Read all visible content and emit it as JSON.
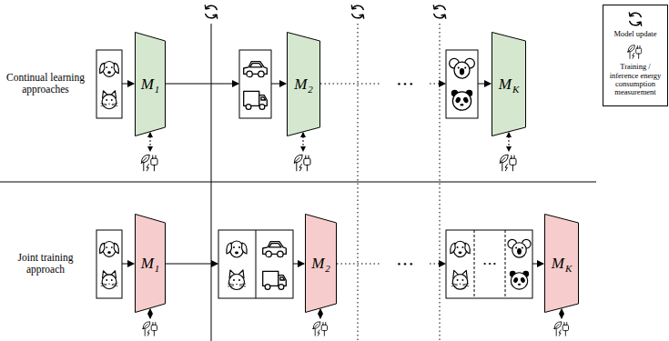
{
  "diagram": {
    "nodes": [
      {
        "text": [
          "M",
          "1"
        ]
      },
      {
        "text": [
          "M",
          "2"
        ]
      },
      {
        "text": [
          "M",
          "K"
        ]
      },
      {
        "text": [
          "M",
          "1"
        ]
      },
      {
        "text": [
          "M",
          "2"
        ]
      },
      {
        "text": [
          "M",
          "K"
        ]
      }
    ],
    "labels": [
      "Continual learning approaches",
      "Joint training approach",
      "• • •",
      "• • •",
      "• • •"
    ],
    "legend": [
      {
        "text": "Model update"
      },
      {
        "text": "Training / inference energy consumption measurement"
      }
    ]
  }
}
